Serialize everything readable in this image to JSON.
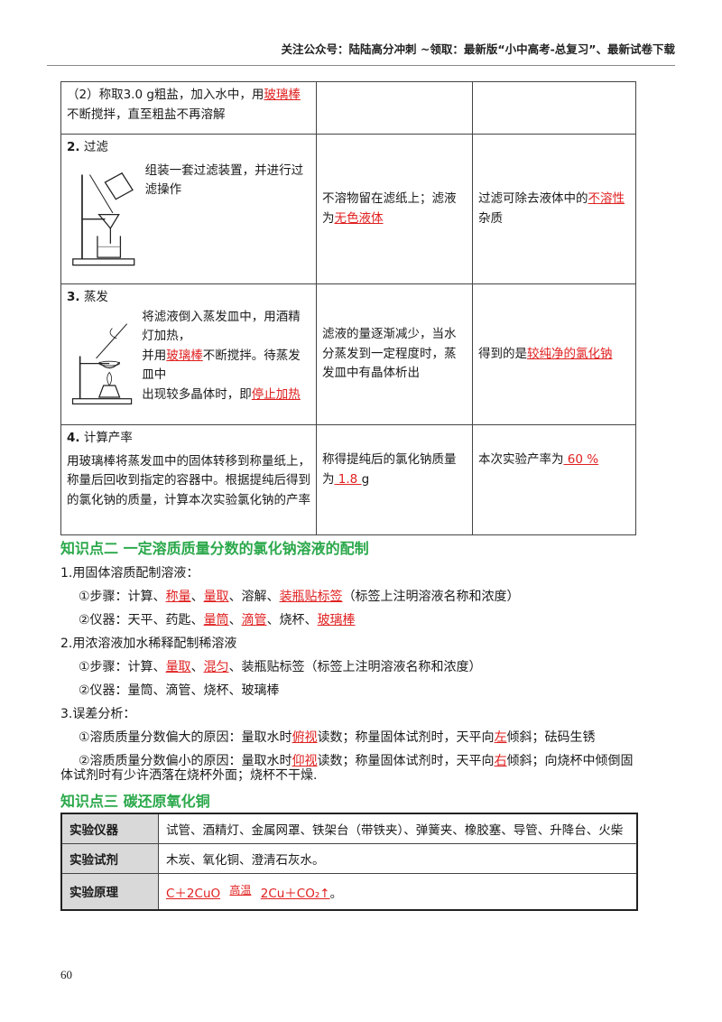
{
  "header": {
    "text": "关注公众号：陆陆高分冲刺 ~领取：最新版“小中高考-总复习”、最新试卷下载"
  },
  "table1": {
    "row0": {
      "c1_a": "（2）称取3.0  g粗盐，加入水中，用",
      "c1_b": "玻璃棒",
      "c1_c": "不断搅拌，直至粗盐不再溶解"
    },
    "row1": {
      "title_num": "2.",
      "title": " 过滤",
      "desc": "组装一套过滤装置，并进行过滤操作",
      "c2_a": "不溶物留在滤纸上；滤液为",
      "c2_b": "无色液体",
      "c3_a": "过滤可除去液体中的",
      "c3_b": "不溶性",
      "c3_c": "杂质"
    },
    "row2": {
      "title_num": "3.",
      "title": " 蒸发",
      "desc_a": "将滤液倒入蒸发皿中，用酒精灯加热，",
      "desc_b": "并用",
      "desc_c": "玻璃棒",
      "desc_d": "不断搅拌。待蒸发皿中",
      "desc_e": "出现较多晶体时，即",
      "desc_f": "停止加热",
      "c2": "滤液的量逐渐减少，当水分蒸发到一定程度时，蒸发皿中有晶体析出",
      "c3_a": "得到的是",
      "c3_b": "较纯净的氯化钠"
    },
    "row3": {
      "title_num": "4.",
      "title": " 计算产率",
      "desc": "用玻璃棒将蒸发皿中的固体转移到称量纸上，称量后回收到指定的容器中。根据提纯后得到的氯化钠的质量，计算本次实验氯化钠的产率",
      "c2_a": "称得提纯后的氯化钠质量为",
      "c2_b": " 1.8  ",
      "c2_c": "g",
      "c3_a": "本次实验产率为",
      "c3_b": " 60  % "
    }
  },
  "section2": {
    "title": "知识点二  一定溶质质量分数的氯化钠溶液的配制",
    "l1": "1.用固体溶质配制溶液：",
    "l2": {
      "a": "①步骤：计算、",
      "b": "称量",
      "c": "、",
      "d": "量取",
      "e": "、溶解、",
      "f": "装瓶贴标签",
      "g": "（标签上注明溶液名称和浓度）"
    },
    "l3": {
      "a": "②仪器：天平、药匙、",
      "b": "量筒",
      "c": "、",
      "d": "滴管",
      "e": "、烧杯、",
      "f": "玻璃棒"
    },
    "l4": "2.用浓溶液加水稀释配制稀溶液",
    "l5": {
      "a": "①步骤：计算、",
      "b": "量取",
      "c": "、",
      "d": "混匀",
      "e": "、装瓶贴标签（标签上注明溶液名称和浓度）"
    },
    "l6": "②仪器：量筒、滴管、烧杯、玻璃棒",
    "l7": "3.误差分析：",
    "l8": {
      "a": "①溶质质量分数偏大的原因：量取水时",
      "b": "俯视",
      "c": "读数；称量固体试剂时，天平向",
      "d": "左",
      "e": "倾斜；砝码生锈"
    },
    "l9": {
      "a": "②溶质质量分数偏小的原因：量取水时",
      "b": "仰视",
      "c": "读数；称量固体试剂时，天平向",
      "d": "右",
      "e": "倾斜；向烧杯中倾倒固"
    },
    "l10": "体试剂时有少许洒落在烧杯外面；烧杯不干燥."
  },
  "section3": {
    "title": "知识点三  碳还原氧化铜",
    "rows": [
      {
        "label": "实验仪器",
        "value": "试管、酒精灯、金属网罩、铁架台（带铁夹）、弹簧夹、橡胶塞、导管、升降台、火柴"
      },
      {
        "label": "实验试剂",
        "value": "木炭、氧化铜、澄清石灰水。"
      },
      {
        "label": "实验原理",
        "eq_a": "C＋2CuO",
        "eq_b": "高温",
        "eq_c": "2Cu＋CO₂↑",
        "eq_d": "。"
      }
    ]
  },
  "page_number": "60",
  "colors": {
    "accent_green": "#2aa84a",
    "answer_red": "#e02020",
    "label_bg": "#d9d9d9"
  }
}
